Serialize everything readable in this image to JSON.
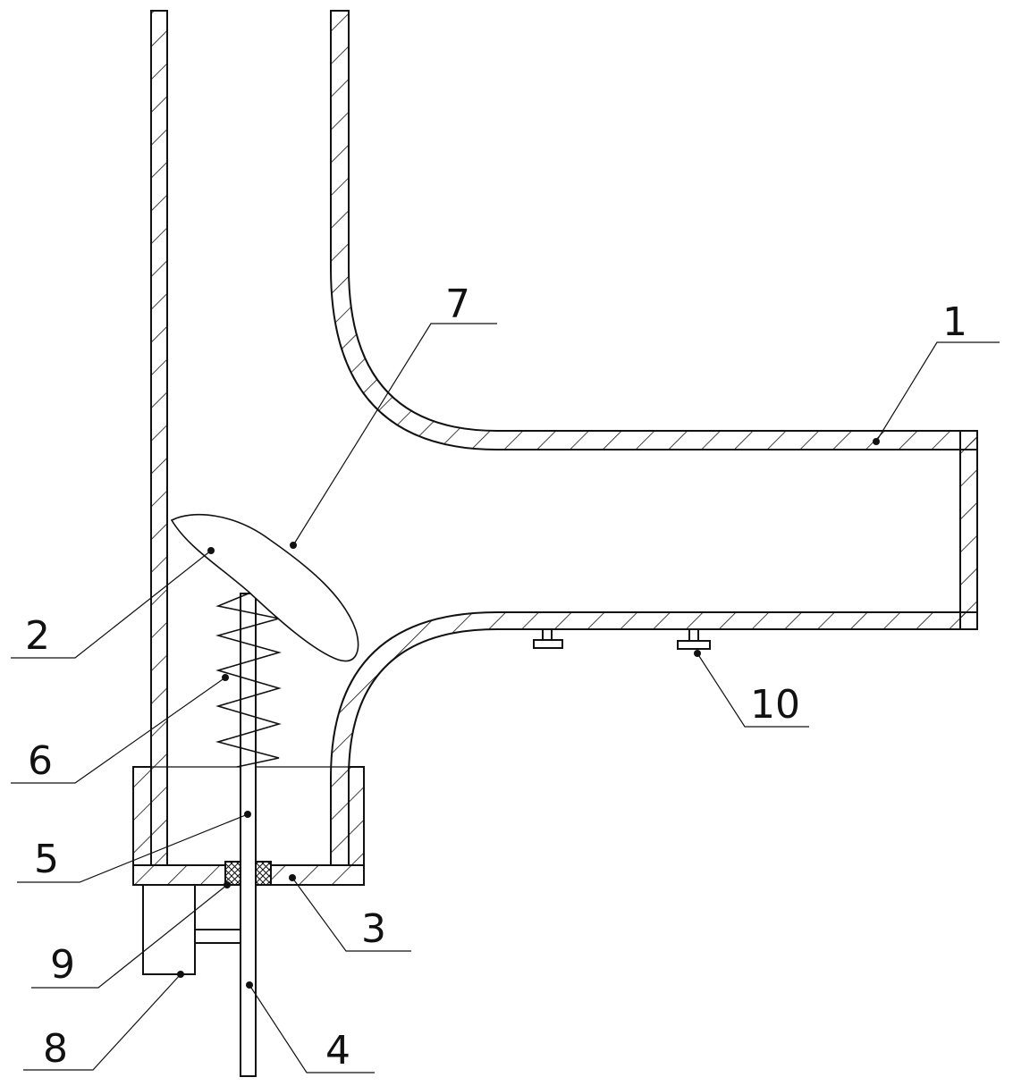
{
  "drawing": {
    "colors": {
      "line": "#111111",
      "background": "#ffffff"
    },
    "labels": {
      "l1": "1",
      "l2": "2",
      "l3": "3",
      "l4": "4",
      "l5": "5",
      "l6": "6",
      "l7": "7",
      "l8": "8",
      "l9": "9",
      "l10": "10"
    }
  }
}
